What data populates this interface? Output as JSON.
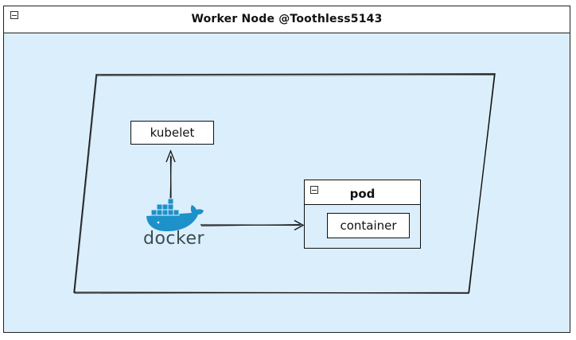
{
  "window": {
    "title": "Worker Node @Toothless5143"
  },
  "nodes": {
    "kubelet": "kubelet",
    "pod": "pod",
    "container": "container",
    "docker": "docker"
  },
  "colors": {
    "background": "#dbeefb",
    "docker_blue": "#1d91c9",
    "docker_text": "#394d54"
  },
  "icons": [
    "collapse-icon",
    "docker-whale-icon",
    "arrow-icon"
  ]
}
